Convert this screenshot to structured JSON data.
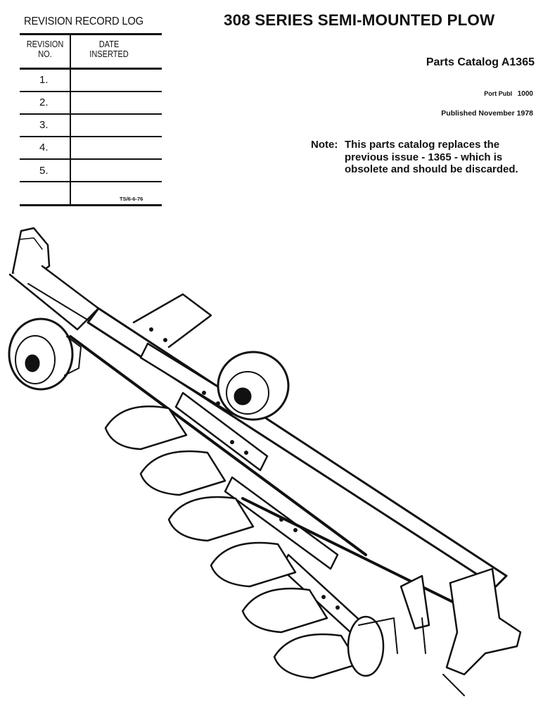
{
  "revision_log": {
    "title": "REVISION RECORD LOG",
    "col_no_line1": "REVISION",
    "col_no_line2": "NO.",
    "col_date_line1": "DATE",
    "col_date_line2": "INSERTED",
    "rows": [
      "1.",
      "2.",
      "3.",
      "4.",
      "5.",
      ""
    ],
    "form_code": "TS/6-6-76"
  },
  "header": {
    "title": "308 SERIES SEMI-MOUNTED PLOW",
    "catalog": "Parts Catalog A1365",
    "publ_label": "Port Publ",
    "publ_number": "1000",
    "published": "Published November 1978",
    "note_label": "Note:",
    "note_text": "This parts catalog replaces the previous issue - 1365 - which is obsolete and should be discarded."
  },
  "illustration": {
    "subject": "semi-mounted plow line drawing"
  }
}
